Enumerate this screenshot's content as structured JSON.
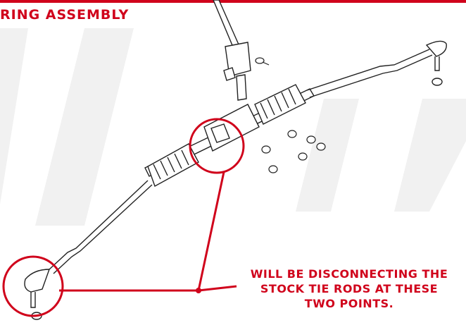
{
  "header": {
    "title": "RING ASSEMBLY"
  },
  "callout": {
    "lines": [
      "WILL BE DISCONNECTING THE",
      "STOCK TIE RODS AT THESE",
      "TWO POINTS."
    ]
  },
  "colors": {
    "accent": "#d0021b",
    "line_art": "#222222",
    "watermark": "#f0f0f0"
  }
}
